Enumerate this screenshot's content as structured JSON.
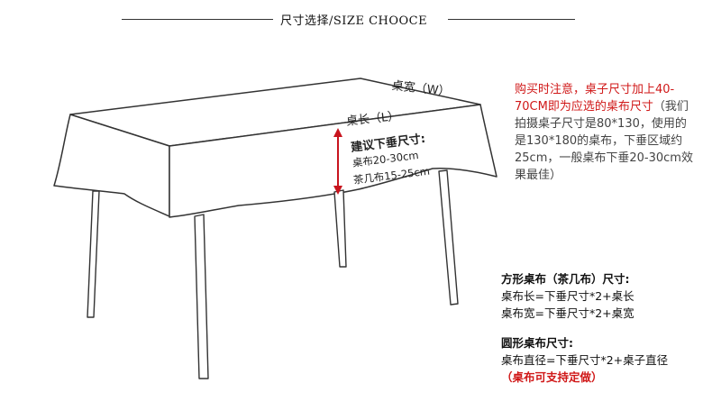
{
  "header": {
    "title": "尺寸选择/SIZE CHOOCE"
  },
  "diagram": {
    "width_label": "桌宽（W）",
    "length_label": "桌长（L）",
    "drop_title": "建议下垂尺寸:",
    "drop_tablecloth": "桌布20-30cm",
    "drop_tea_table": "茶几布15-25cm",
    "arrow_color": "#c8141e"
  },
  "note": {
    "red_text": "购买时注意，桌子尺寸加上40-70CM即为应选的桌布尺寸",
    "gray_text": "（我们拍摄桌子尺寸是80*130，使用的是130*180的桌布，下垂区域约25cm，一般桌布下垂20-30cm效果最佳）"
  },
  "square": {
    "heading": "方形桌布（茶几布）尺寸:",
    "length_formula": "桌布长=下垂尺寸*2+桌长",
    "width_formula": "桌布宽=下垂尺寸*2+桌宽"
  },
  "round": {
    "heading": "圆形桌布尺寸:",
    "diameter_formula": "桌布直径=下垂尺寸*2+桌子直径",
    "custom_note": "（桌布可支持定做）"
  }
}
